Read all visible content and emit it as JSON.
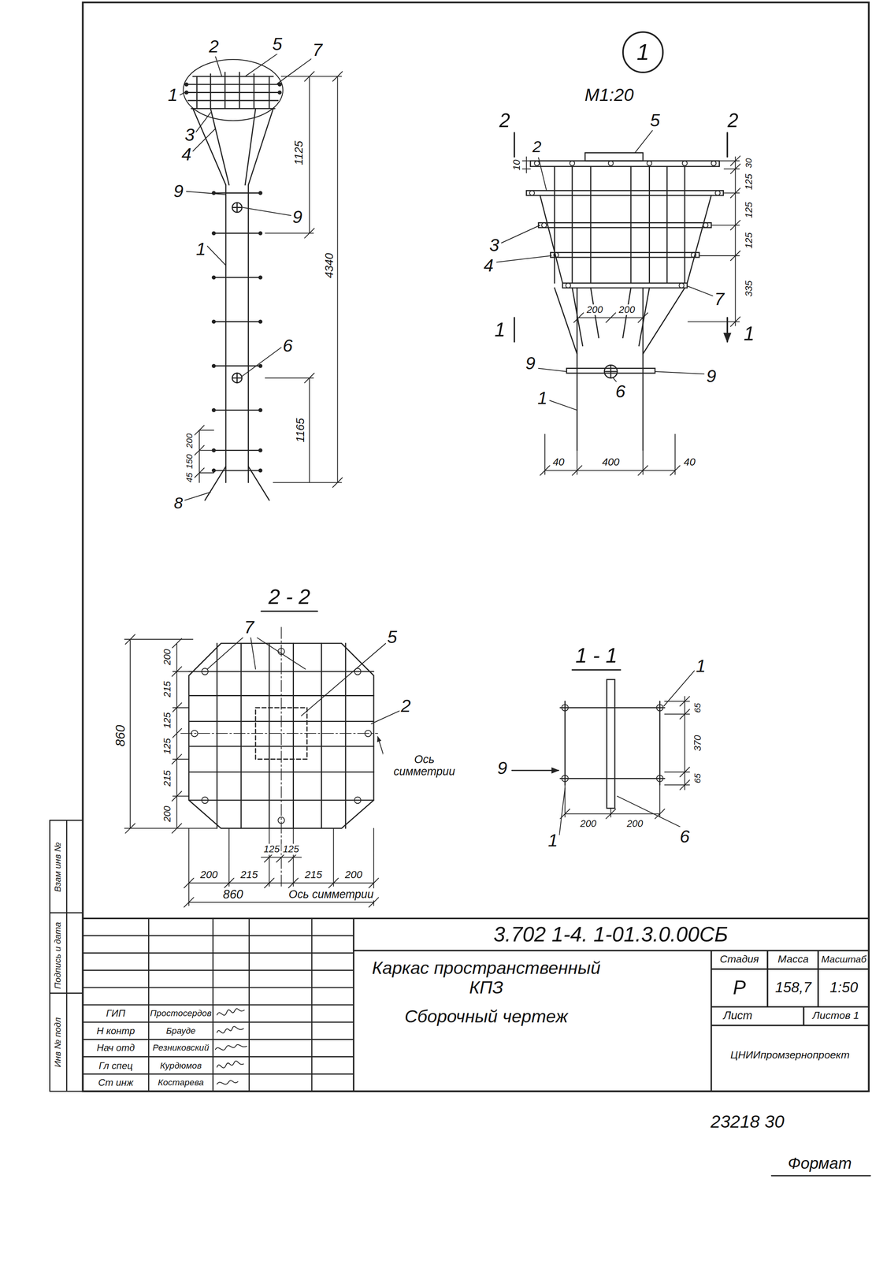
{
  "diagram": {
    "nodes": [
      {
        "text": [
          "1"
        ]
      }
    ],
    "labels": [
      "1",
      "2",
      "5",
      "7",
      "3",
      "4",
      "9",
      "9",
      "1",
      "6",
      "8",
      "1125",
      "4340",
      "1165",
      "200",
      "150",
      "45",
      "М1:20",
      "2",
      "2",
      "2",
      "10",
      "5",
      "30",
      "125",
      "125",
      "125",
      "335",
      "3",
      "4",
      "1",
      "1",
      "7",
      "200",
      "200",
      "9",
      "6",
      "9",
      "1",
      "40",
      "400",
      "40",
      "2 - 2",
      "7",
      "5",
      "2",
      "860",
      "200",
      "215",
      "125",
      "215",
      "125",
      "200",
      "Ось симметрии",
      "125",
      "125",
      "200",
      "215",
      "215",
      "200",
      "860",
      "Ось симметрии",
      "1 - 1",
      "1",
      "65",
      "370",
      "65",
      "9",
      "1",
      "200",
      "200",
      "6",
      "3.702 1-4. 1-01.3.0.00СБ",
      "Каркас пространственный КПЗ",
      "Сборочный чертеж",
      "Стадия",
      "Масса",
      "Масштаб",
      "Р",
      "158,7",
      "1:50",
      "Лист",
      "Листов 1",
      "ЦНИИпромзернопроект",
      "ГИП",
      "Простосердов",
      "Н контр",
      "Брауде",
      "Нач отд",
      "Резниковский",
      "Гл спец",
      "Курдюмов",
      "Ст инж",
      "Костарева",
      "Взам инв №",
      "Подпись и дата",
      "Инв № подл",
      "23218 30",
      "Формат"
    ]
  }
}
